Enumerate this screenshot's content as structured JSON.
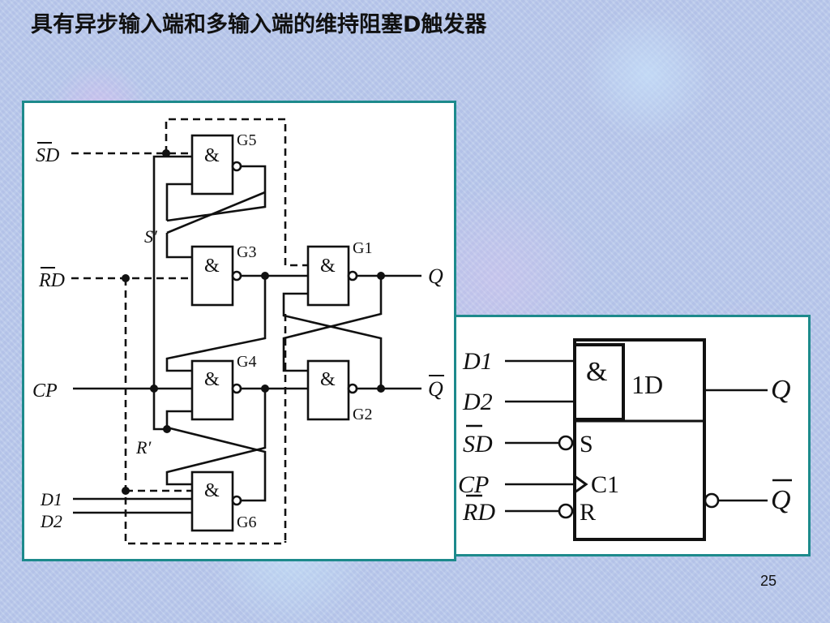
{
  "slide": {
    "title": "具有异步输入端和多输入端的维持阻塞D触发器",
    "page_number": "25"
  },
  "left_circuit": {
    "gate_symbol": "&",
    "gates": [
      "G5",
      "G3",
      "G1",
      "G4",
      "G2",
      "G6"
    ],
    "internal_nodes": [
      "S′",
      "R′"
    ],
    "inputs": [
      "SD",
      "RD",
      "CP",
      "D1",
      "D2"
    ],
    "outputs": [
      "Q",
      "Q"
    ]
  },
  "right_symbol": {
    "inputs": [
      "D1",
      "D2",
      "SD",
      "CP",
      "RD"
    ],
    "gate_symbol": "&",
    "pin_labels": [
      "1D",
      "S",
      "C1",
      "R"
    ],
    "outputs": [
      "Q",
      "Q"
    ]
  },
  "colors": {
    "panel_border": "#1d8a8c",
    "line": "#111111"
  }
}
